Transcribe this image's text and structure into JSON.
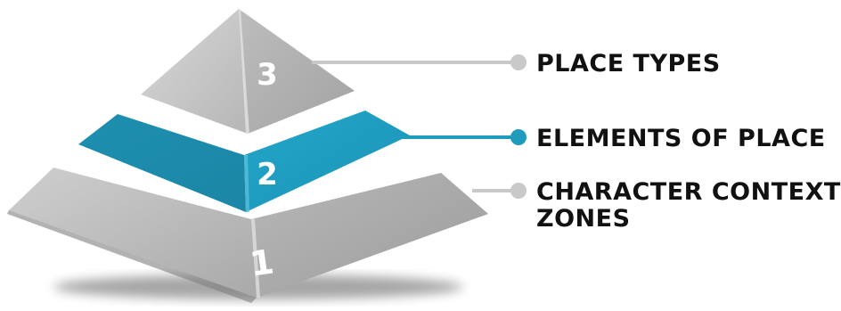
{
  "tiers": [
    {
      "number": "3",
      "label_lines": [
        "PLACE TYPES"
      ],
      "color": "#c9c9c9",
      "highlighted": false
    },
    {
      "number": "2",
      "label_lines": [
        "ELEMENTS OF PLACE"
      ],
      "color": "#1f9bbd",
      "highlighted": true
    },
    {
      "number": "1",
      "label_lines": [
        "CHARACTER CONTEXT",
        "ZONES"
      ],
      "color": "#c9c9c9",
      "highlighted": false
    }
  ],
  "colors": {
    "gray_light": "#c4c4c4",
    "gray_mid": "#a9a9a9",
    "gray_dark": "#8e8e8e",
    "teal": "#1f9bbd",
    "teal_dark": "#1583a3",
    "connector_gray": "#c9c9c9",
    "connector_teal": "#1f9bbd",
    "text": "#111111"
  }
}
